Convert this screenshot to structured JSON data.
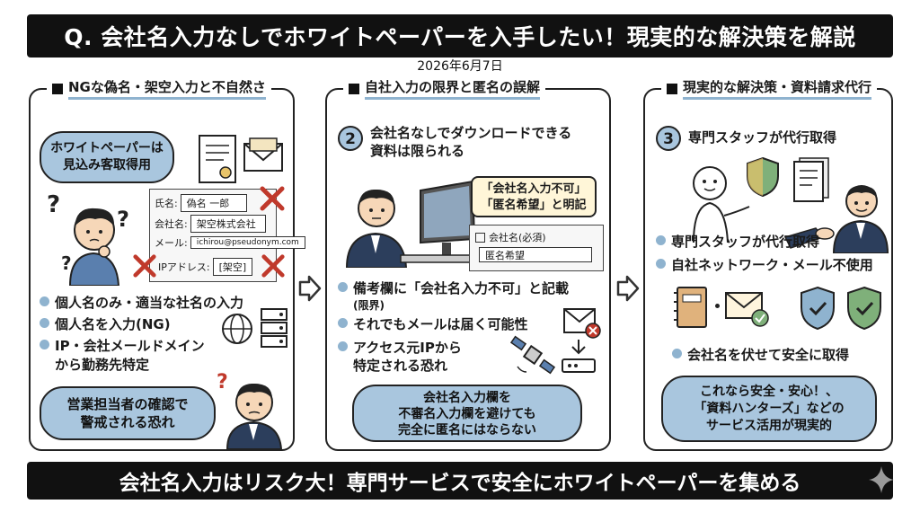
{
  "header": {
    "title": "Q. 会社名入力なしでホワイトペーパーを入手したい！現実的な解決策を解説",
    "date": "2026年6月7日"
  },
  "panel1": {
    "title": "NGな偽名・架空入力と不自然さ",
    "bubble_top": [
      "ホワイトペーパーは",
      "見込み客取得用"
    ],
    "form": {
      "name_label": "氏名:",
      "name_value": "偽名 一郎",
      "company_label": "会社名:",
      "company_value": "架空株式会社",
      "mail_label": "メール:",
      "mail_value": "ichirou@pseudonym.com",
      "ip_label": "IPアドレス:",
      "ip_value": "[架空]"
    },
    "bullets": [
      "個人名のみ・適当な社名の入力",
      "個人名を入力(NG)",
      "IP・会社メールドメイン",
      "から勤務先特定"
    ],
    "bubble_bottom": [
      "営業担当者の確認で",
      "警戒される恐れ"
    ]
  },
  "panel2": {
    "title": "自社入力の限界と匿名の誤解",
    "number": "2",
    "heading": [
      "会社名なしでダウンロードできる",
      "資料は限られる"
    ],
    "callout": [
      "「会社名入力不可」",
      "「匿名希望」と明記"
    ],
    "form_label": "会社名(必須)",
    "form_value": "匿名希望",
    "bullets": [
      "備考欄に「会社名入力不可」と記載",
      "それでもメールは届く可能性",
      "アクセス元IPから",
      "特定される恐れ"
    ],
    "bullet_sub": "(限界)",
    "bubble": [
      "会社名入力欄を",
      "不審名入力欄を避けても",
      "完全に匿名にはならない"
    ]
  },
  "panel3": {
    "title": "現実的な解決策・資料請求代行",
    "number": "3",
    "heading": "専門スタッフが代行取得",
    "bullets": [
      "専門スタッフが代行取得",
      "自社ネットワーク・メール不使用",
      "会社名を伏せて安全に取得"
    ],
    "bubble": [
      "これなら安全・安心！、",
      "「資料ハンターズ」などの",
      "サービス活用が現実的"
    ]
  },
  "footer": {
    "text": "会社名入力はリスク大！専門サービスで安全にホワイトペーパーを集める"
  },
  "colors": {
    "accent": "#8fb3cf",
    "bubble": "#a9c6de",
    "dark": "#111111",
    "danger": "#c0392b",
    "shield": "#7fb07a",
    "suit": "#2c3e5c"
  }
}
